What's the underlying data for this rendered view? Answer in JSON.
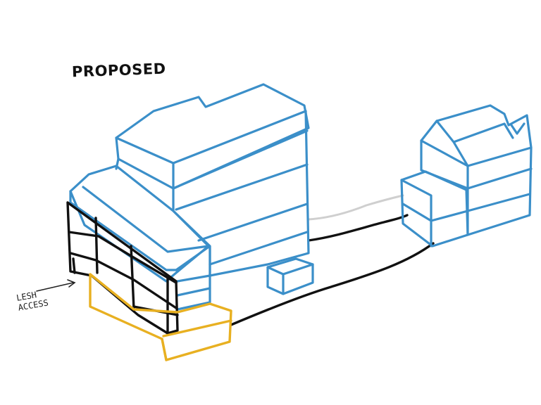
{
  "sketch": {
    "title": "PROPOSED",
    "annotation_line1": "LESH",
    "annotation_line2": "ACCESS"
  },
  "colors": {
    "existing_building": "#3b8fc9",
    "new_frame": "#111111",
    "ground_level": "#e8b021",
    "link": "#cfcfcf"
  }
}
